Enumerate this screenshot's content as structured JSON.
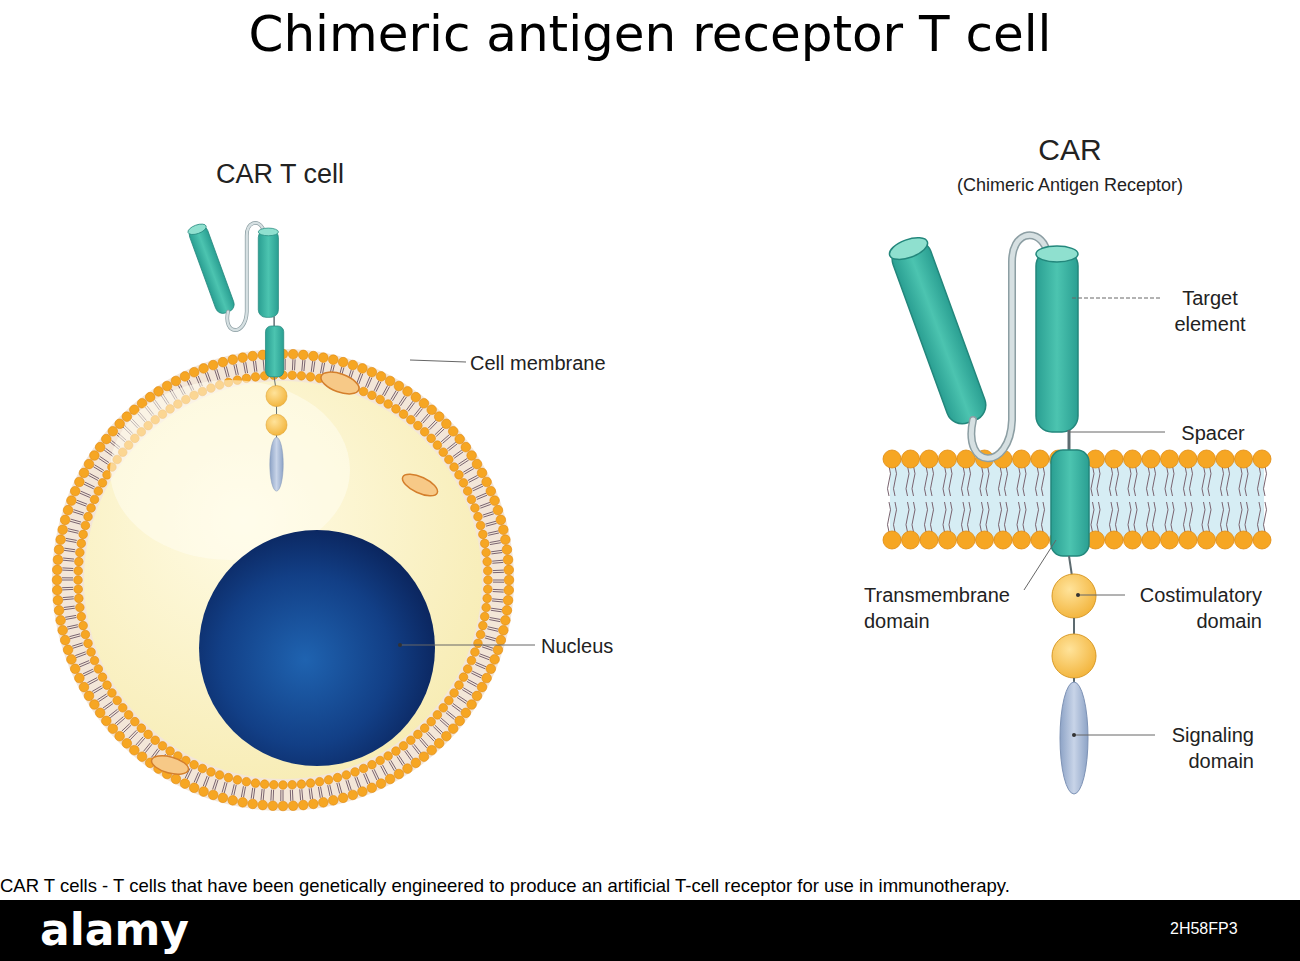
{
  "diagram": {
    "title": "Chimeric antigen receptor T cell",
    "caption": "CAR T cells - T cells that have been genetically engineered to produce an artificial T-cell receptor for use in immunotherapy.",
    "labels": [
      "CAR T cell",
      "Cell membrane",
      "Nucleus",
      "CAR",
      "(Chimeric Antigen Receptor)",
      "Target element",
      "Spacer",
      "Transmembrane domain",
      "Costimulatory domain",
      "Signaling domain",
      "alamy",
      "2H58FP3"
    ]
  }
}
